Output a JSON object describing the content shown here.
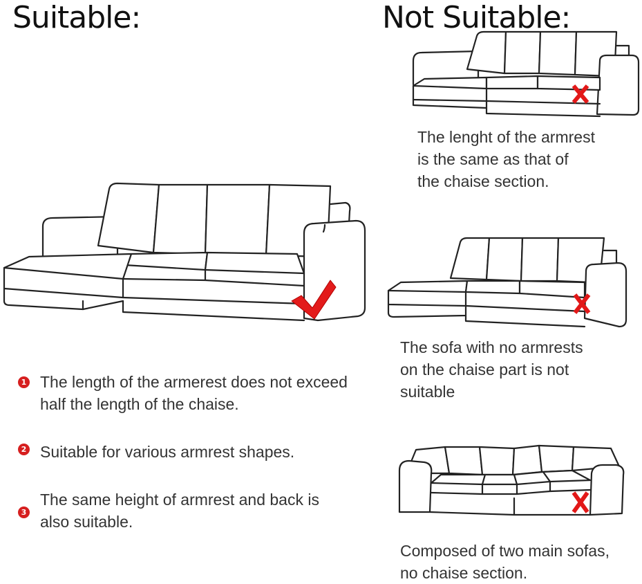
{
  "headings": {
    "suitable": "Suitable:",
    "not_suitable": "Not Suitable:"
  },
  "points": [
    {
      "num": "1",
      "text": "The length of the armerest does not exceed\nhalf the length of the chaise."
    },
    {
      "num": "2",
      "text": "Suitable for various armrest shapes."
    },
    {
      "num": "3",
      "text": "The same height of armrest and back is\nalso suitable."
    }
  ],
  "not_suitable": [
    {
      "caption": "The lenght of the armrest\nis the same as that of\nthe chaise section."
    },
    {
      "caption": "The sofa with no armrests\non the chaise part is not\nsuitable"
    },
    {
      "caption": "Composed of two main sofas,\nno chaise section."
    }
  ],
  "colors": {
    "accent_red": "#e21818",
    "line": "#222222",
    "text": "#333333"
  },
  "icons": [
    "checkmark-icon",
    "x-mark-icon",
    "numbered-bullet-icon"
  ]
}
